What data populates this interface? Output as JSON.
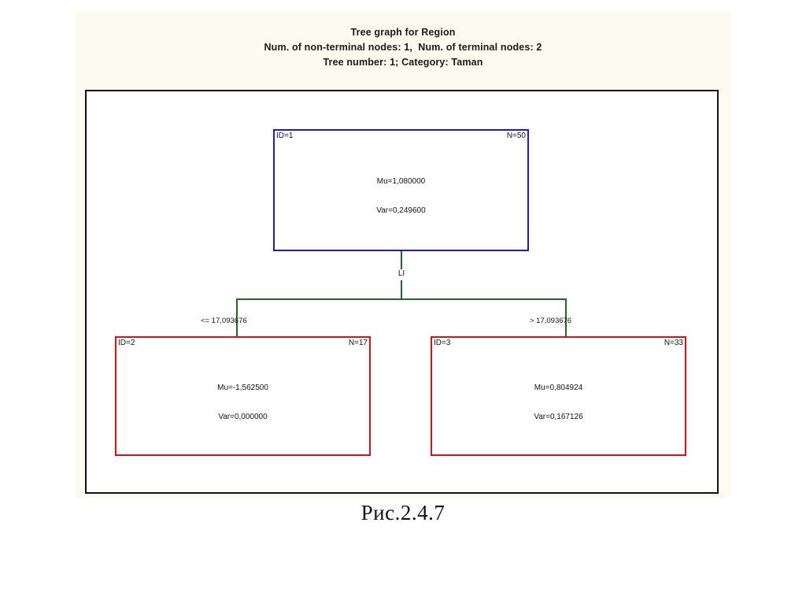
{
  "chart_data": {
    "type": "diagram-tree",
    "title": "Tree graph for Region",
    "subtitle": "Num. of non-terminal nodes: 1,  Num. of terminal nodes: 2",
    "subtitle2": "Tree number: 1; Category: Taman",
    "split_variable": "LI",
    "split_threshold": "17,093676",
    "branch_labels": {
      "left": "<= 17,093676",
      "right": "> 17,093676"
    },
    "nodes": [
      {
        "id_label": "ID=1",
        "n_label": "N=50",
        "mu_label": "Mu=1,080000",
        "var_label": "Var=0,249600",
        "role": "root",
        "id": 1,
        "n": 50,
        "mu": 1.08,
        "variance": 0.2496
      },
      {
        "id_label": "ID=2",
        "n_label": "N=17",
        "mu_label": "Mu=-1,562500",
        "var_label": "Var=0,000000",
        "role": "terminal",
        "id": 2,
        "n": 17,
        "mu": -1.5625,
        "variance": 0.0
      },
      {
        "id_label": "ID=3",
        "n_label": "N=33",
        "mu_label": "Mu=0,804924",
        "var_label": "Var=0,167126",
        "role": "terminal",
        "id": 3,
        "n": 33,
        "mu": 0.804924,
        "variance": 0.167126
      }
    ],
    "colors": {
      "root_border": "#1a1ad0",
      "terminal_border": "#e01010",
      "connector": "#1f6b22",
      "plot_border": "#111111",
      "panel_background": "#fdfaef",
      "node_background": "#ffffff"
    }
  },
  "caption": "Рис.2.4.7"
}
